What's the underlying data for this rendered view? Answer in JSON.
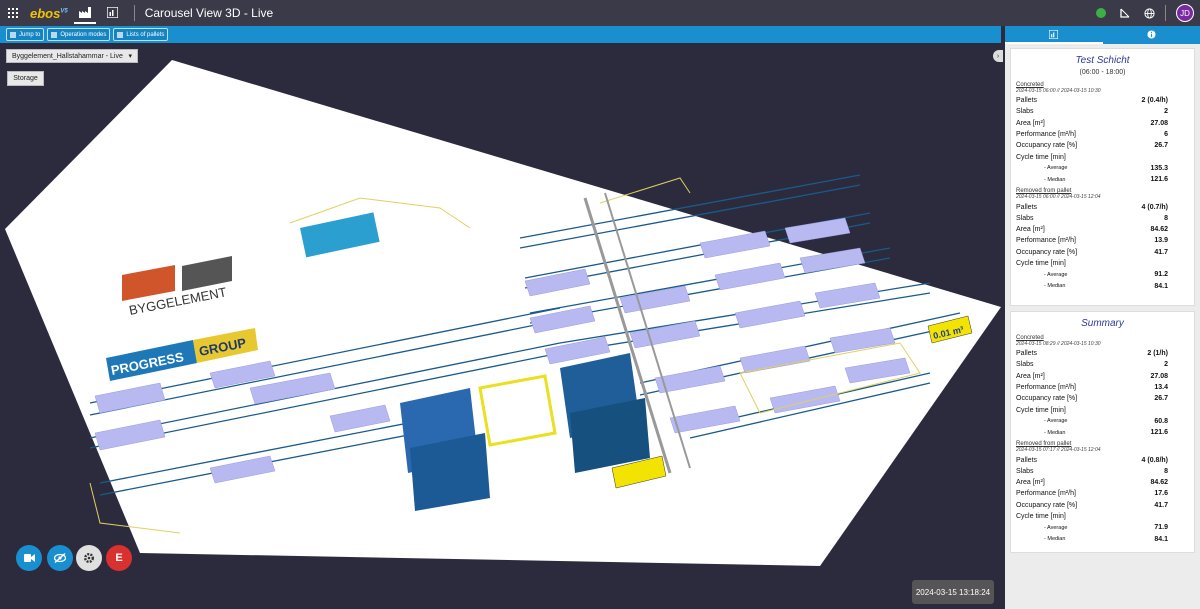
{
  "app": {
    "logo": "ebos",
    "logo_sup": "V5",
    "title": "Carousel View 3D - Live",
    "avatar": "JD",
    "status_color": "#3cb043"
  },
  "toolbar": {
    "items": [
      {
        "label": "Jump to"
      },
      {
        "label": "Operation modes"
      },
      {
        "label": "Lists of pallets"
      }
    ]
  },
  "scene": {
    "location_select": "Byggelement_Hallstahammar - Live",
    "storage_button": "Storage",
    "timestamp": "2024-03-15 13:18:24",
    "brand_top": "BYGGELEMENT",
    "brand_left": "PROGRESS",
    "brand_right": "GROUP",
    "volume_badge": "0.01 m³",
    "fab_edit": "E"
  },
  "panel": {
    "shift": {
      "title": "Test Schicht",
      "hours": "(06:00 - 18:00)",
      "concreted": {
        "label": "Concreted",
        "range": "2024-03-15 06:00 // 2024-03-15 10:30",
        "rows": [
          {
            "k": "Pallets",
            "v": "2 (0.4/h)"
          },
          {
            "k": "Slabs",
            "v": "2"
          },
          {
            "k": "Area [m²]",
            "v": "27.08"
          },
          {
            "k": "Performance [m²/h]",
            "v": "6"
          },
          {
            "k": "Occupancy rate [%]",
            "v": "26.7"
          },
          {
            "k": "Cycle time [min]",
            "v": ""
          },
          {
            "k": "- Average",
            "v": "135.3"
          },
          {
            "k": "- Median",
            "v": "121.6"
          }
        ]
      },
      "removed": {
        "label": "Removed from pallet",
        "range": "2024-03-15 06:00 // 2024-03-15 12:04",
        "rows": [
          {
            "k": "Pallets",
            "v": "4 (0.7/h)"
          },
          {
            "k": "Slabs",
            "v": "8"
          },
          {
            "k": "Area [m²]",
            "v": "84.62"
          },
          {
            "k": "Performance [m²/h]",
            "v": "13.9"
          },
          {
            "k": "Occupancy rate [%]",
            "v": "41.7"
          },
          {
            "k": "Cycle time [min]",
            "v": ""
          },
          {
            "k": "- Average",
            "v": "91.2"
          },
          {
            "k": "- Median",
            "v": "84.1"
          }
        ]
      }
    },
    "summary": {
      "title": "Summary",
      "concreted": {
        "label": "Concreted",
        "range": "2024-03-15 08:29 // 2024-03-15 10:30",
        "rows": [
          {
            "k": "Pallets",
            "v": "2 (1/h)"
          },
          {
            "k": "Slabs",
            "v": "2"
          },
          {
            "k": "Area [m²]",
            "v": "27.08"
          },
          {
            "k": "Performance [m²/h]",
            "v": "13.4"
          },
          {
            "k": "Occupancy rate [%]",
            "v": "26.7"
          },
          {
            "k": "Cycle time [min]",
            "v": ""
          },
          {
            "k": "- Average",
            "v": "60.8"
          },
          {
            "k": "- Median",
            "v": "121.6"
          }
        ]
      },
      "removed": {
        "label": "Removed from pallet",
        "range": "2024-03-15 07:17 // 2024-03-15 12:04",
        "rows": [
          {
            "k": "Pallets",
            "v": "4 (0.8/h)"
          },
          {
            "k": "Slabs",
            "v": "8"
          },
          {
            "k": "Area [m²]",
            "v": "84.62"
          },
          {
            "k": "Performance [m²/h]",
            "v": "17.6"
          },
          {
            "k": "Occupancy rate [%]",
            "v": "41.7"
          },
          {
            "k": "Cycle time [min]",
            "v": ""
          },
          {
            "k": "- Average",
            "v": "71.9"
          },
          {
            "k": "- Median",
            "v": "84.1"
          }
        ]
      }
    }
  }
}
